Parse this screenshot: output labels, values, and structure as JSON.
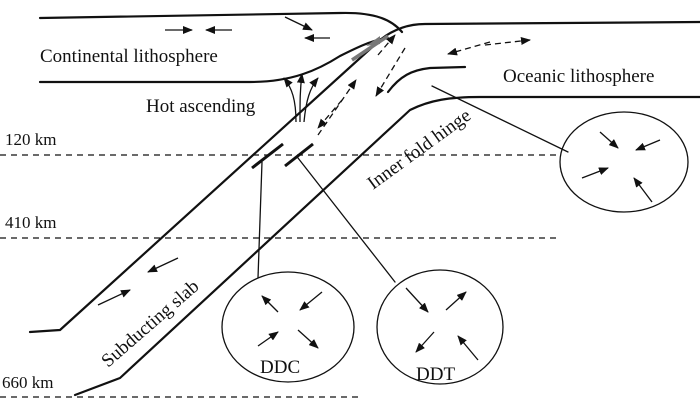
{
  "labels": {
    "continental": "Continental lithosphere",
    "oceanic": "Oceanic lithosphere",
    "hot": "Hot ascending",
    "hinge": "Inner fold hinge",
    "slab": "Subducting slab",
    "ddc": "DDC",
    "ddt": "DDT"
  },
  "depths": [
    "120 km",
    "410 km",
    "660 km"
  ]
}
